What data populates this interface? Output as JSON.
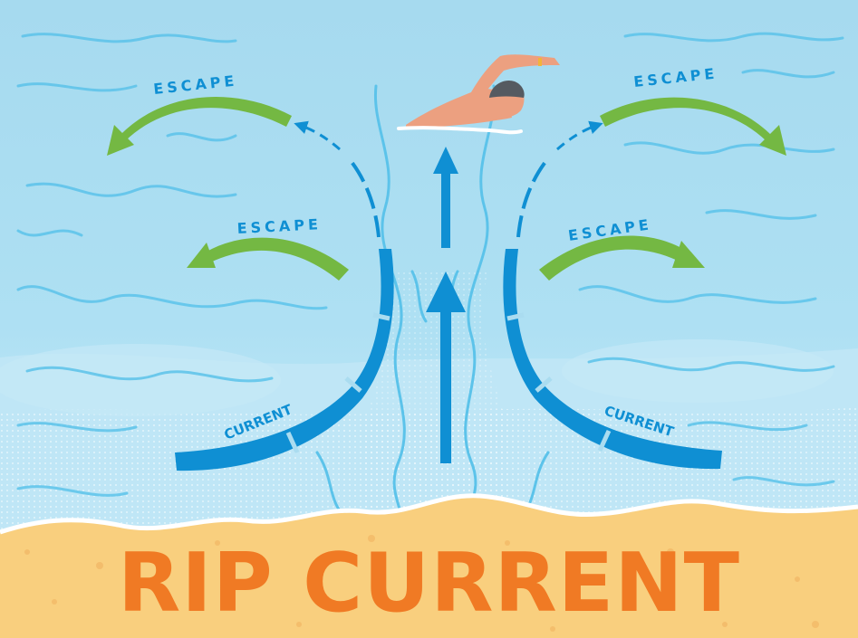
{
  "title": "RIP CURRENT",
  "labels": {
    "escape_top_left": "ESCAPE",
    "escape_mid_left": "ESCAPE",
    "escape_top_right": "ESCAPE",
    "escape_mid_right": "ESCAPE",
    "current_left": "CURRENT",
    "current_right": "CURRENT"
  },
  "colors": {
    "sky_water": "#aadcf0",
    "shallow_water": "#c6e9f6",
    "sand": "#f9d07e",
    "current_arrow": "#0f8fd3",
    "escape_arrow": "#74b843",
    "title": "#f07a24",
    "swimmer_skin": "#eca080",
    "swimmer_cap": "#555a61"
  },
  "icons": [
    "swimmer-icon",
    "escape-arrow-icon",
    "current-arrow-icon"
  ]
}
